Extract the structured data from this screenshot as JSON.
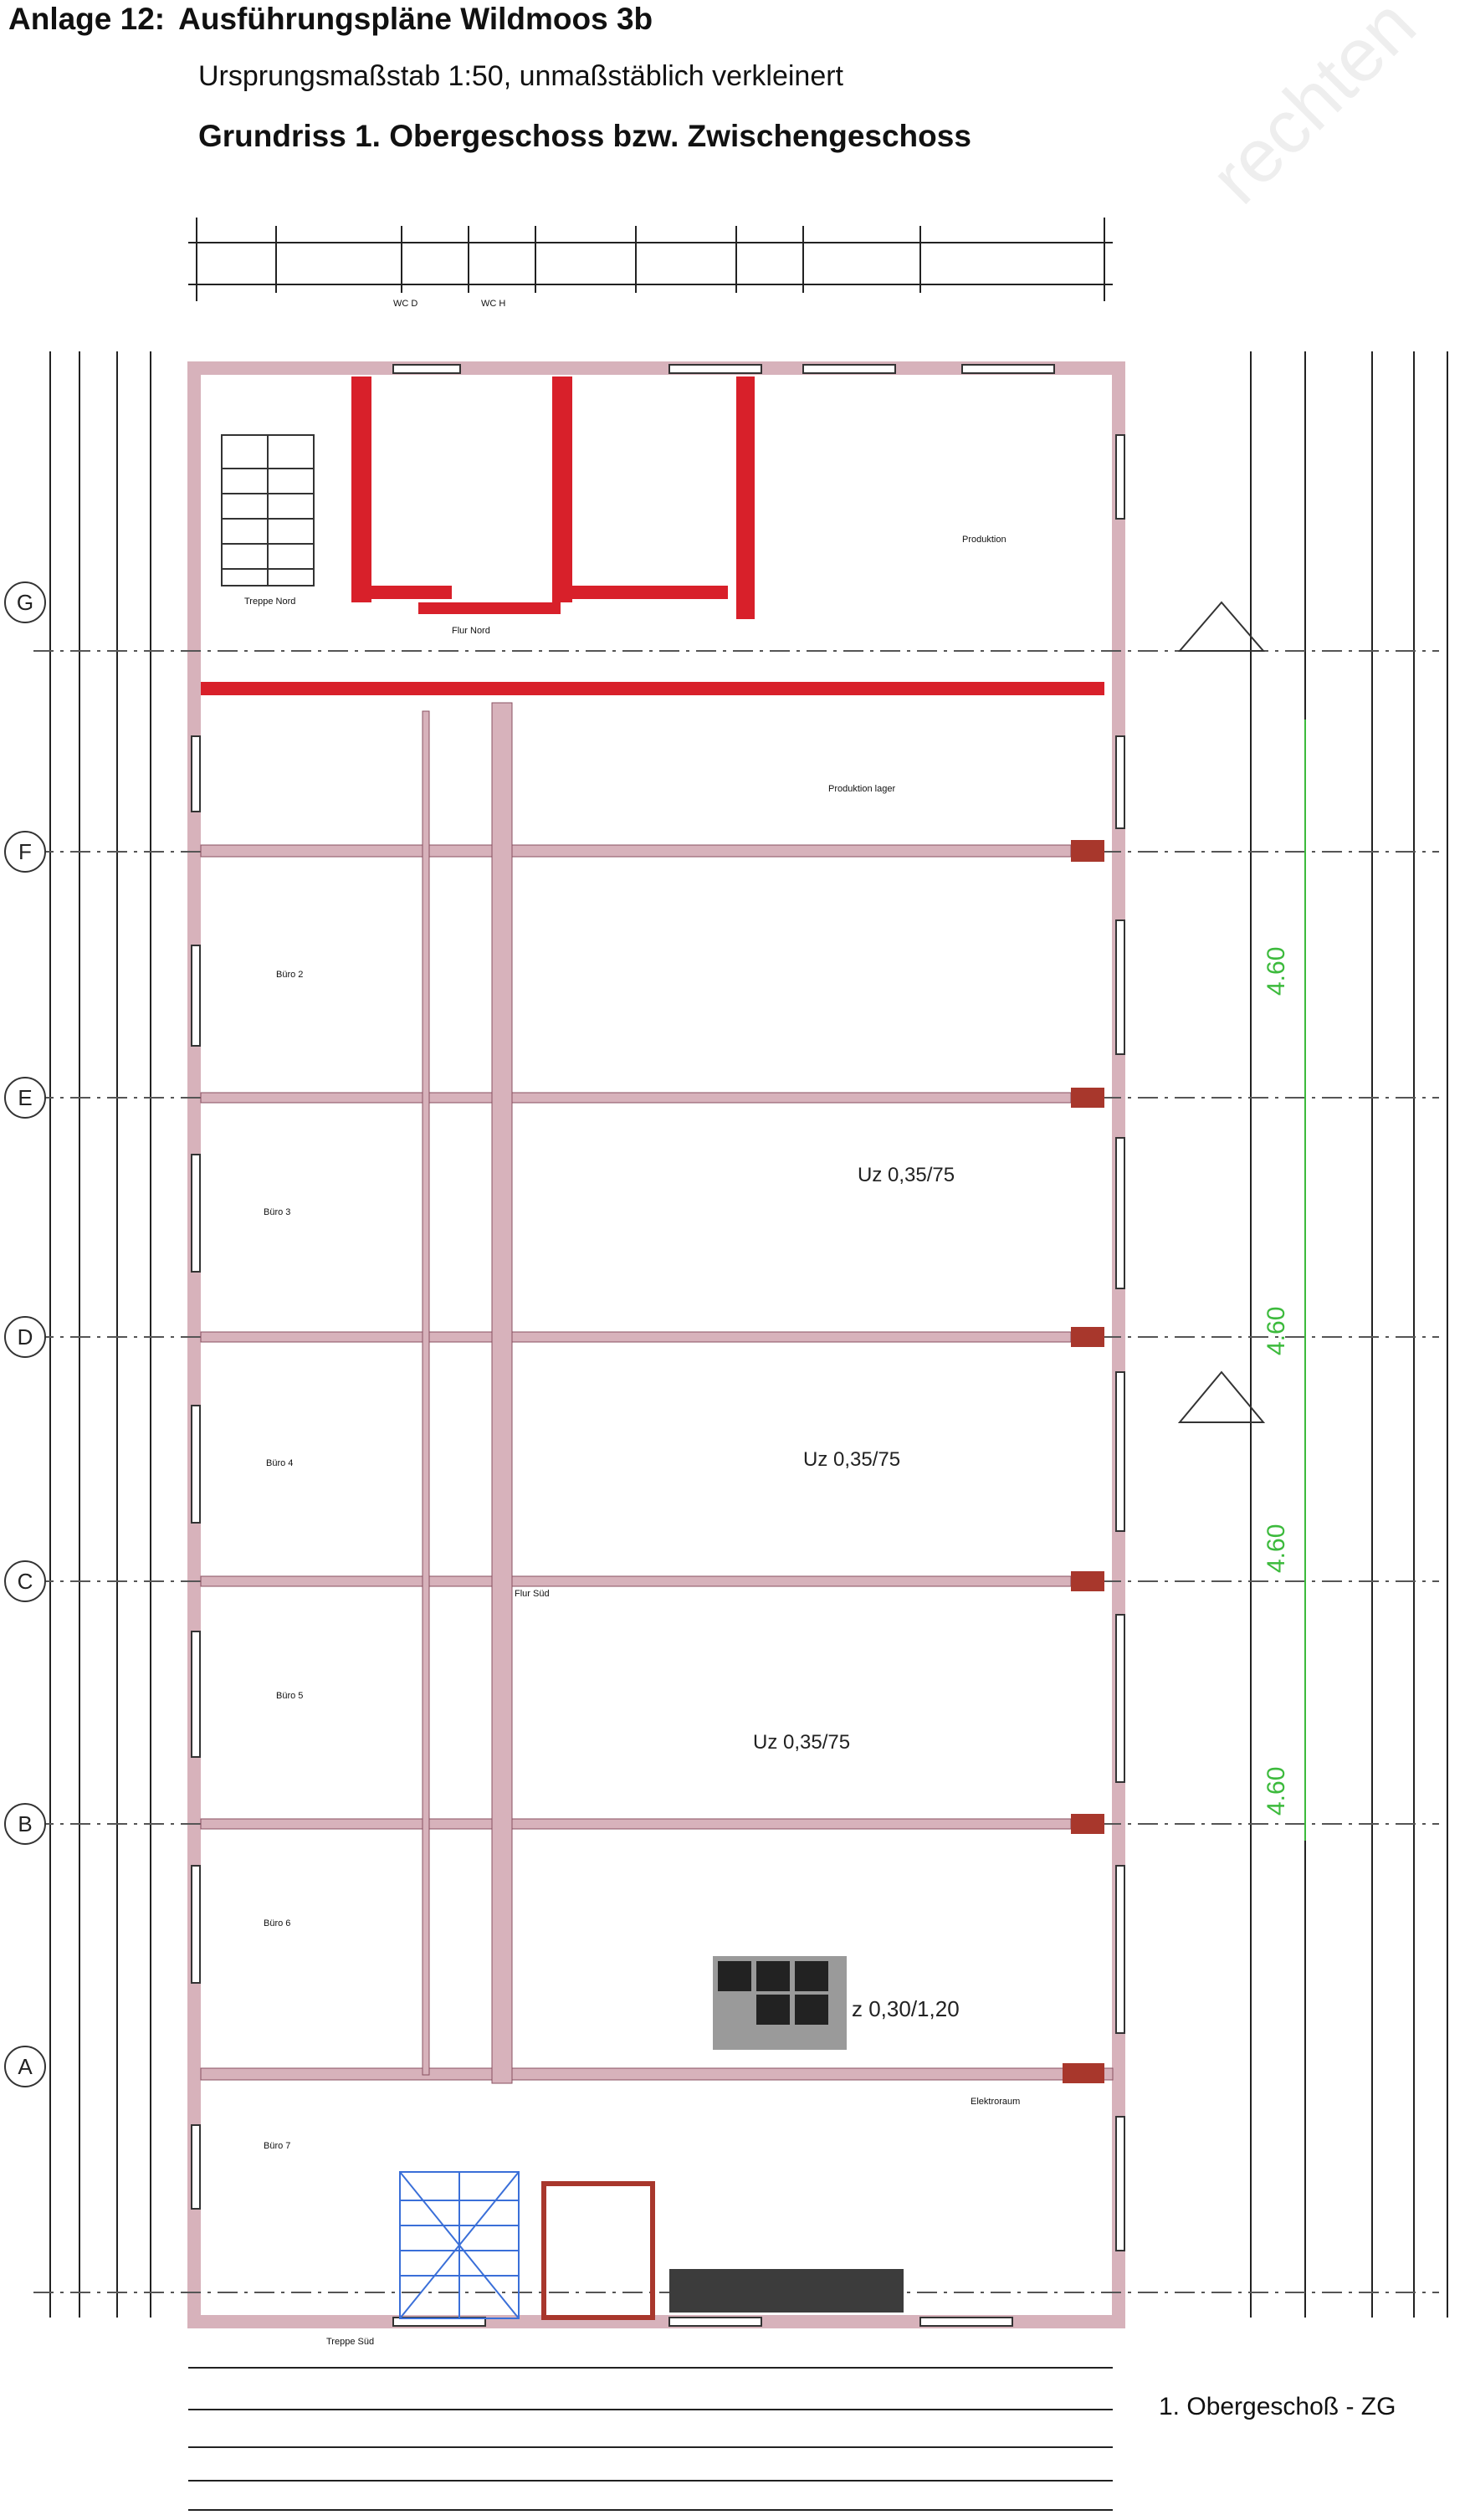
{
  "header": {
    "prefix": "Anlage 12:",
    "title": "Ausführungspläne Wildmoos 3b",
    "scale_note": "Ursprungsmaßstab 1:50, unmaßstäblich verkleinert",
    "subtitle": "Grundriss 1. Obergeschoss bzw. Zwischengeschoss"
  },
  "watermark": "rechten",
  "plan": {
    "axes": [
      "G",
      "F",
      "E",
      "D",
      "C",
      "B",
      "A"
    ],
    "spans": [
      "4.60",
      "4.60",
      "4.60",
      "4.60"
    ],
    "uz_labels": [
      "Uz 0,35/75",
      "Uz 0,35/75",
      "Uz 0,35/75"
    ],
    "z_label": "z 0,30/1,20",
    "rooms": {
      "treppe_nord": "Treppe Nord",
      "flur_nord": "Flur Nord",
      "produktion": "Produktion",
      "produktion_lager": "Produktion lager",
      "treppe_sued": "Treppe Süd",
      "buero_2": "Büro 2",
      "buero_3": "Büro 3",
      "buero_4": "Büro 4",
      "buero_5": "Büro 5",
      "buero_6": "Büro 6",
      "buero_7": "Büro 7",
      "flur_sued": "Flur Süd",
      "elektroraum": "Elektroraum",
      "wc_d": "WC D",
      "wc_h": "WC H"
    },
    "floor_label": "1. Obergeschoß - ZG"
  },
  "colors": {
    "wall_red": "#d8202a",
    "wall_pink": "#d7b2bb",
    "span_green": "#3cba3c",
    "stair_blue": "#3a6fd8",
    "tag_purple": "#7a55c8",
    "note_orange": "#e07a20"
  }
}
